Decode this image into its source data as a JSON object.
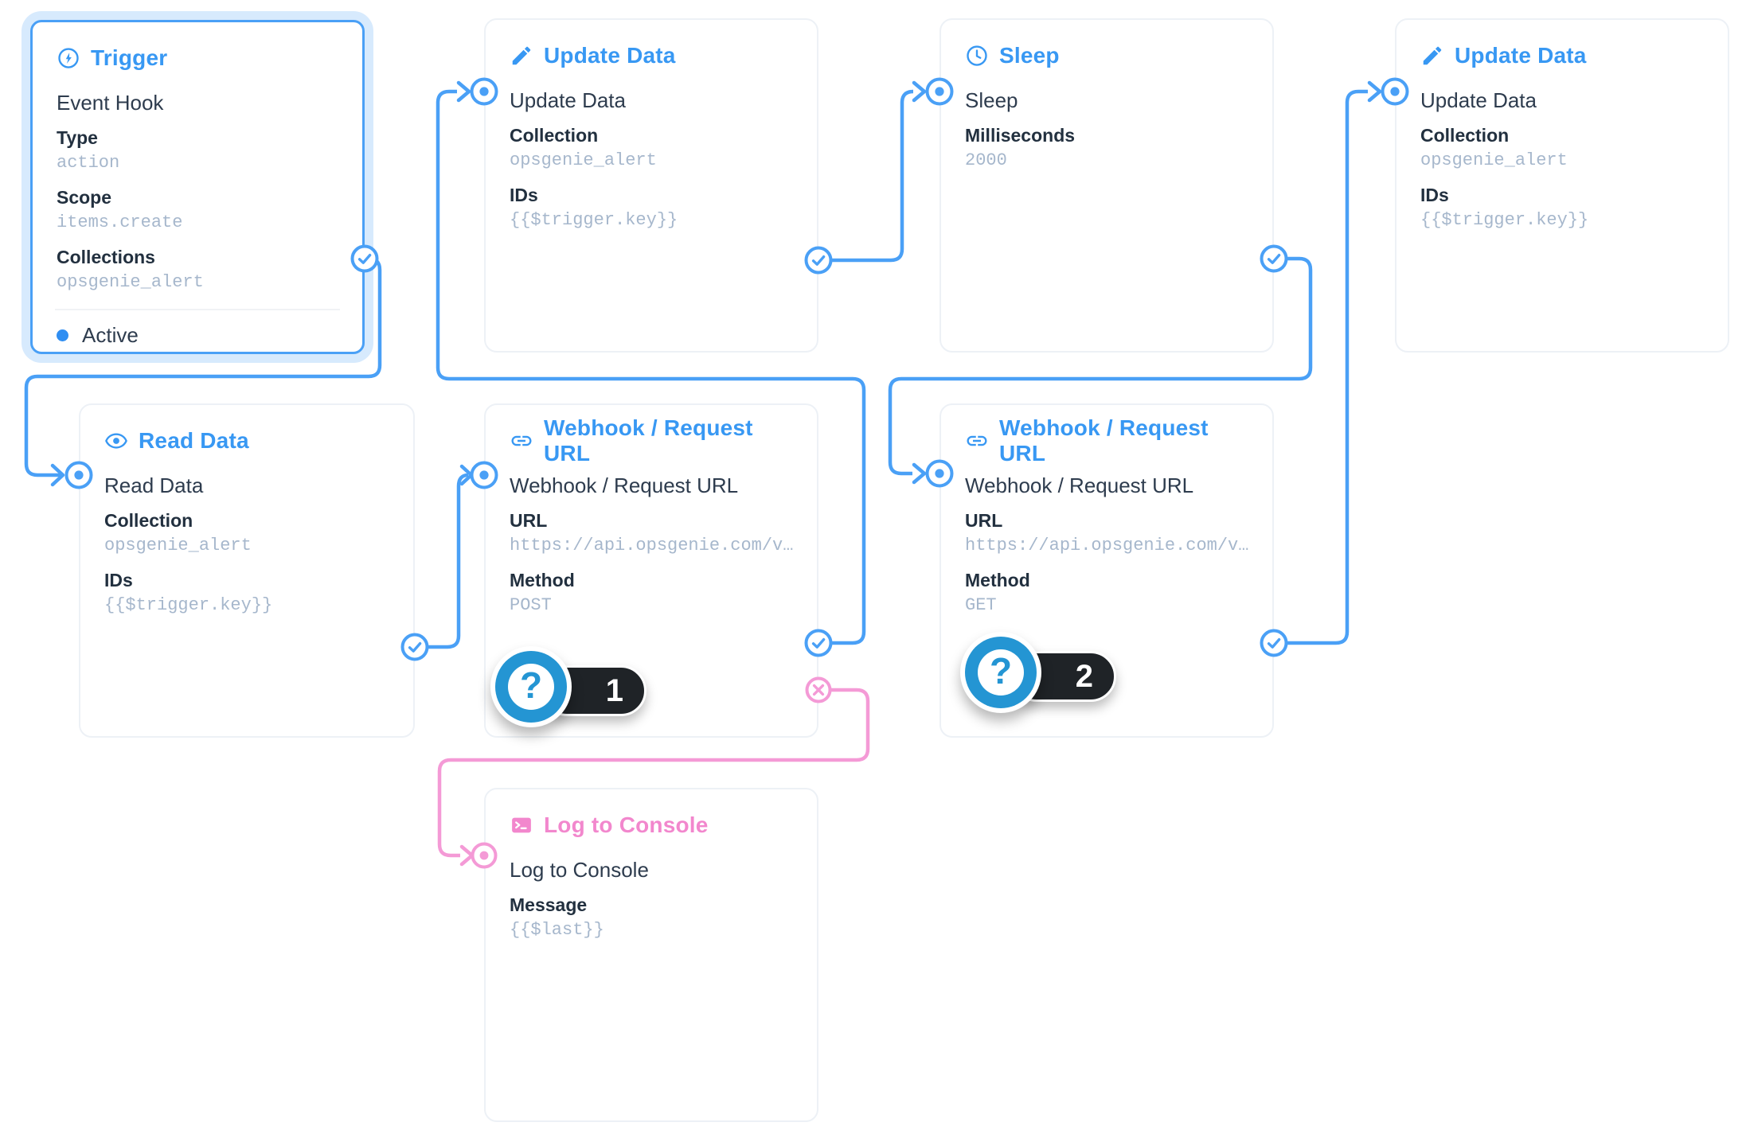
{
  "colors": {
    "accent_blue": "#3898f3",
    "connector_blue": "#4aa0f6",
    "accent_pink": "#f287cd",
    "connector_pink": "#f49ad6",
    "badge_blue": "#2495d3",
    "badge_pill_dark": "#1f2327"
  },
  "nodes": [
    {
      "title": "Trigger",
      "name": "Event Hook",
      "status": "Active",
      "fields": [
        {
          "label": "Type",
          "value": "action"
        },
        {
          "label": "Scope",
          "value": "items.create"
        },
        {
          "label": "Collections",
          "value": "opsgenie_alert"
        }
      ]
    },
    {
      "title": "Update Data",
      "name": "Update Data",
      "fields": [
        {
          "label": "Collection",
          "value": "opsgenie_alert"
        },
        {
          "label": "IDs",
          "value": "{{$trigger.key}}"
        }
      ]
    },
    {
      "title": "Sleep",
      "name": "Sleep",
      "fields": [
        {
          "label": "Milliseconds",
          "value": "2000"
        }
      ]
    },
    {
      "title": "Update Data",
      "name": "Update Data",
      "fields": [
        {
          "label": "Collection",
          "value": "opsgenie_alert"
        },
        {
          "label": "IDs",
          "value": "{{$trigger.key}}"
        }
      ]
    },
    {
      "title": "Read Data",
      "name": "Read Data",
      "fields": [
        {
          "label": "Collection",
          "value": "opsgenie_alert"
        },
        {
          "label": "IDs",
          "value": "{{$trigger.key}}"
        }
      ]
    },
    {
      "title": "Webhook / Request URL",
      "name": "Webhook / Request URL",
      "fields": [
        {
          "label": "URL",
          "value": "https://api.opsgenie.com/v…"
        },
        {
          "label": "Method",
          "value": "POST"
        }
      ]
    },
    {
      "title": "Webhook / Request URL",
      "name": "Webhook / Request URL",
      "fields": [
        {
          "label": "URL",
          "value": "https://api.opsgenie.com/v…"
        },
        {
          "label": "Method",
          "value": "GET"
        }
      ]
    },
    {
      "title": "Log to Console",
      "name": "Log to Console",
      "fields": [
        {
          "label": "Message",
          "value": "{{$last}}"
        }
      ]
    }
  ],
  "badges": [
    {
      "number": "1"
    },
    {
      "number": "2"
    }
  ]
}
